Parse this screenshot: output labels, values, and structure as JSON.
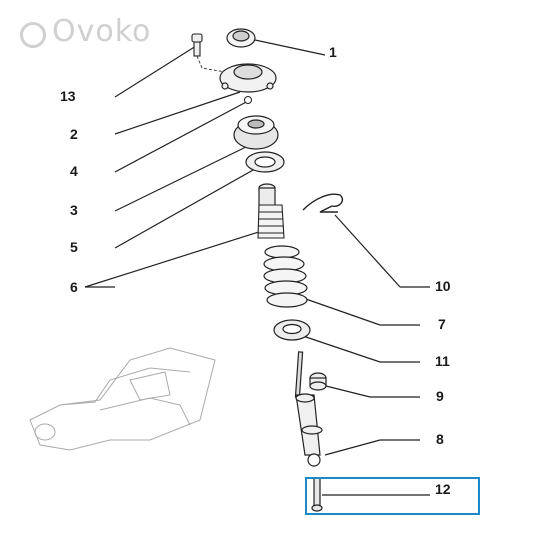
{
  "watermark": {
    "text": "Ovoko",
    "icon": "ovoko-logo-icon"
  },
  "callouts": [
    {
      "id": "c1",
      "label": "1"
    },
    {
      "id": "c13",
      "label": "13"
    },
    {
      "id": "c2",
      "label": "2"
    },
    {
      "id": "c4",
      "label": "4"
    },
    {
      "id": "c3",
      "label": "3"
    },
    {
      "id": "c5",
      "label": "5"
    },
    {
      "id": "c6",
      "label": "6"
    },
    {
      "id": "c10",
      "label": "10"
    },
    {
      "id": "c7",
      "label": "7"
    },
    {
      "id": "c11",
      "label": "11"
    },
    {
      "id": "c9",
      "label": "9"
    },
    {
      "id": "c8",
      "label": "8"
    },
    {
      "id": "c12",
      "label": "12"
    }
  ],
  "highlight": {
    "part": "12",
    "color": "#1d8ac7"
  }
}
